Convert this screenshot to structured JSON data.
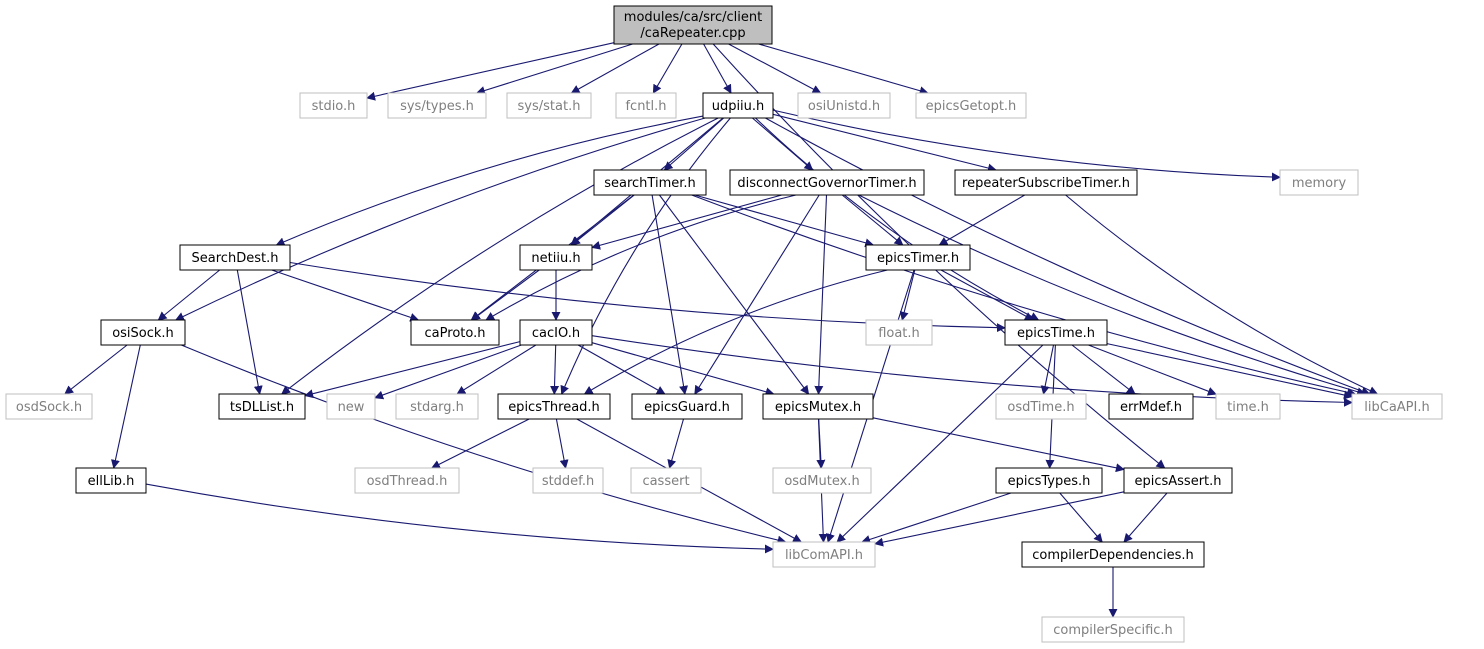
{
  "colors": {
    "edge": "#191970",
    "root_fill": "#bfbfbf",
    "node_border": "#000000",
    "ext_border": "#bfbfbf",
    "ext_text": "#7f7f7f",
    "text": "#000000"
  },
  "nodes": {
    "root": {
      "line1": "modules/ca/src/client",
      "line2": "/caRepeater.cpp",
      "kind": "root"
    },
    "stdio": {
      "label": "stdio.h",
      "kind": "ext"
    },
    "systypes": {
      "label": "sys/types.h",
      "kind": "ext"
    },
    "sysstat": {
      "label": "sys/stat.h",
      "kind": "ext"
    },
    "fcntl": {
      "label": "fcntl.h",
      "kind": "ext"
    },
    "udpiiu": {
      "label": "udpiiu.h",
      "kind": "doc"
    },
    "osiUnistd": {
      "label": "osiUnistd.h",
      "kind": "ext"
    },
    "epicsGetopt": {
      "label": "epicsGetopt.h",
      "kind": "ext"
    },
    "searchTimer": {
      "label": "searchTimer.h",
      "kind": "doc"
    },
    "disconnectGovernorTimer": {
      "label": "disconnectGovernorTimer.h",
      "kind": "doc"
    },
    "repeaterSubscribeTimer": {
      "label": "repeaterSubscribeTimer.h",
      "kind": "doc"
    },
    "memory": {
      "label": "memory",
      "kind": "ext"
    },
    "SearchDest": {
      "label": "SearchDest.h",
      "kind": "doc"
    },
    "netiiu": {
      "label": "netiiu.h",
      "kind": "doc"
    },
    "epicsTimer": {
      "label": "epicsTimer.h",
      "kind": "doc"
    },
    "osiSock": {
      "label": "osiSock.h",
      "kind": "doc"
    },
    "caProto": {
      "label": "caProto.h",
      "kind": "doc"
    },
    "cacIO": {
      "label": "cacIO.h",
      "kind": "doc"
    },
    "float": {
      "label": "float.h",
      "kind": "ext"
    },
    "epicsTime": {
      "label": "epicsTime.h",
      "kind": "doc"
    },
    "osdSock": {
      "label": "osdSock.h",
      "kind": "ext"
    },
    "tsDLList": {
      "label": "tsDLList.h",
      "kind": "doc"
    },
    "new": {
      "label": "new",
      "kind": "ext"
    },
    "stdarg": {
      "label": "stdarg.h",
      "kind": "ext"
    },
    "epicsThread": {
      "label": "epicsThread.h",
      "kind": "doc"
    },
    "epicsGuard": {
      "label": "epicsGuard.h",
      "kind": "doc"
    },
    "epicsMutex": {
      "label": "epicsMutex.h",
      "kind": "doc"
    },
    "osdTime": {
      "label": "osdTime.h",
      "kind": "ext"
    },
    "errMdef": {
      "label": "errMdef.h",
      "kind": "doc"
    },
    "time": {
      "label": "time.h",
      "kind": "ext"
    },
    "libCaAPI": {
      "label": "libCaAPI.h",
      "kind": "ext"
    },
    "ellLib": {
      "label": "ellLib.h",
      "kind": "doc"
    },
    "osdThread": {
      "label": "osdThread.h",
      "kind": "ext"
    },
    "stddef": {
      "label": "stddef.h",
      "kind": "ext"
    },
    "cassert": {
      "label": "cassert",
      "kind": "ext"
    },
    "osdMutex": {
      "label": "osdMutex.h",
      "kind": "ext"
    },
    "epicsTypes": {
      "label": "epicsTypes.h",
      "kind": "doc"
    },
    "epicsAssert": {
      "label": "epicsAssert.h",
      "kind": "doc"
    },
    "libComAPI": {
      "label": "libComAPI.h",
      "kind": "ext"
    },
    "compilerDependencies": {
      "label": "compilerDependencies.h",
      "kind": "doc"
    },
    "compilerSpecific": {
      "label": "compilerSpecific.h",
      "kind": "ext"
    }
  },
  "edges": [
    [
      "root",
      "stdio"
    ],
    [
      "root",
      "systypes"
    ],
    [
      "root",
      "sysstat"
    ],
    [
      "root",
      "fcntl"
    ],
    [
      "root",
      "udpiiu"
    ],
    [
      "root",
      "osiUnistd"
    ],
    [
      "root",
      "epicsGetopt"
    ],
    [
      "root",
      "epicsAssert"
    ],
    [
      "udpiiu",
      "osiSock"
    ],
    [
      "udpiiu",
      "SearchDest"
    ],
    [
      "udpiiu",
      "tsDLList"
    ],
    [
      "udpiiu",
      "epicsThread"
    ],
    [
      "udpiiu",
      "netiiu"
    ],
    [
      "udpiiu",
      "searchTimer"
    ],
    [
      "udpiiu",
      "disconnectGovernorTimer"
    ],
    [
      "udpiiu",
      "repeaterSubscribeTimer"
    ],
    [
      "udpiiu",
      "memory"
    ],
    [
      "udpiiu",
      "epicsTime"
    ],
    [
      "udpiiu",
      "libCaAPI"
    ],
    [
      "searchTimer",
      "netiiu"
    ],
    [
      "searchTimer",
      "caProto"
    ],
    [
      "searchTimer",
      "epicsTimer"
    ],
    [
      "searchTimer",
      "epicsGuard"
    ],
    [
      "searchTimer",
      "epicsMutex"
    ],
    [
      "searchTimer",
      "libCaAPI"
    ],
    [
      "disconnectGovernorTimer",
      "netiiu"
    ],
    [
      "disconnectGovernorTimer",
      "caProto"
    ],
    [
      "disconnectGovernorTimer",
      "epicsTimer"
    ],
    [
      "disconnectGovernorTimer",
      "epicsGuard"
    ],
    [
      "disconnectGovernorTimer",
      "epicsMutex"
    ],
    [
      "disconnectGovernorTimer",
      "libCaAPI"
    ],
    [
      "repeaterSubscribeTimer",
      "epicsTimer"
    ],
    [
      "repeaterSubscribeTimer",
      "libCaAPI"
    ],
    [
      "SearchDest",
      "osiSock"
    ],
    [
      "SearchDest",
      "tsDLList"
    ],
    [
      "SearchDest",
      "caProto"
    ],
    [
      "SearchDest",
      "epicsTime"
    ],
    [
      "netiiu",
      "caProto"
    ],
    [
      "netiiu",
      "cacIO"
    ],
    [
      "epicsTimer",
      "epicsThread"
    ],
    [
      "epicsTimer",
      "float"
    ],
    [
      "epicsTimer",
      "epicsTime"
    ],
    [
      "epicsTimer",
      "libComAPI"
    ],
    [
      "osiSock",
      "osdSock"
    ],
    [
      "osiSock",
      "ellLib"
    ],
    [
      "osiSock",
      "libComAPI"
    ],
    [
      "cacIO",
      "tsDLList"
    ],
    [
      "cacIO",
      "new"
    ],
    [
      "cacIO",
      "stdarg"
    ],
    [
      "cacIO",
      "epicsThread"
    ],
    [
      "cacIO",
      "epicsGuard"
    ],
    [
      "cacIO",
      "epicsMutex"
    ],
    [
      "cacIO",
      "libCaAPI"
    ],
    [
      "epicsTime",
      "osdTime"
    ],
    [
      "epicsTime",
      "errMdef"
    ],
    [
      "epicsTime",
      "time"
    ],
    [
      "epicsTime",
      "epicsTypes"
    ],
    [
      "epicsTime",
      "libComAPI"
    ],
    [
      "epicsTime",
      "libCaAPI"
    ],
    [
      "epicsThread",
      "osdThread"
    ],
    [
      "epicsThread",
      "stddef"
    ],
    [
      "epicsThread",
      "libComAPI"
    ],
    [
      "epicsGuard",
      "cassert"
    ],
    [
      "epicsMutex",
      "osdMutex"
    ],
    [
      "epicsMutex",
      "epicsAssert"
    ],
    [
      "epicsMutex",
      "libComAPI"
    ],
    [
      "ellLib",
      "libComAPI"
    ],
    [
      "epicsTypes",
      "compilerDependencies"
    ],
    [
      "epicsTypes",
      "libComAPI"
    ],
    [
      "epicsAssert",
      "compilerDependencies"
    ],
    [
      "epicsAssert",
      "libComAPI"
    ],
    [
      "compilerDependencies",
      "compilerSpecific"
    ]
  ]
}
